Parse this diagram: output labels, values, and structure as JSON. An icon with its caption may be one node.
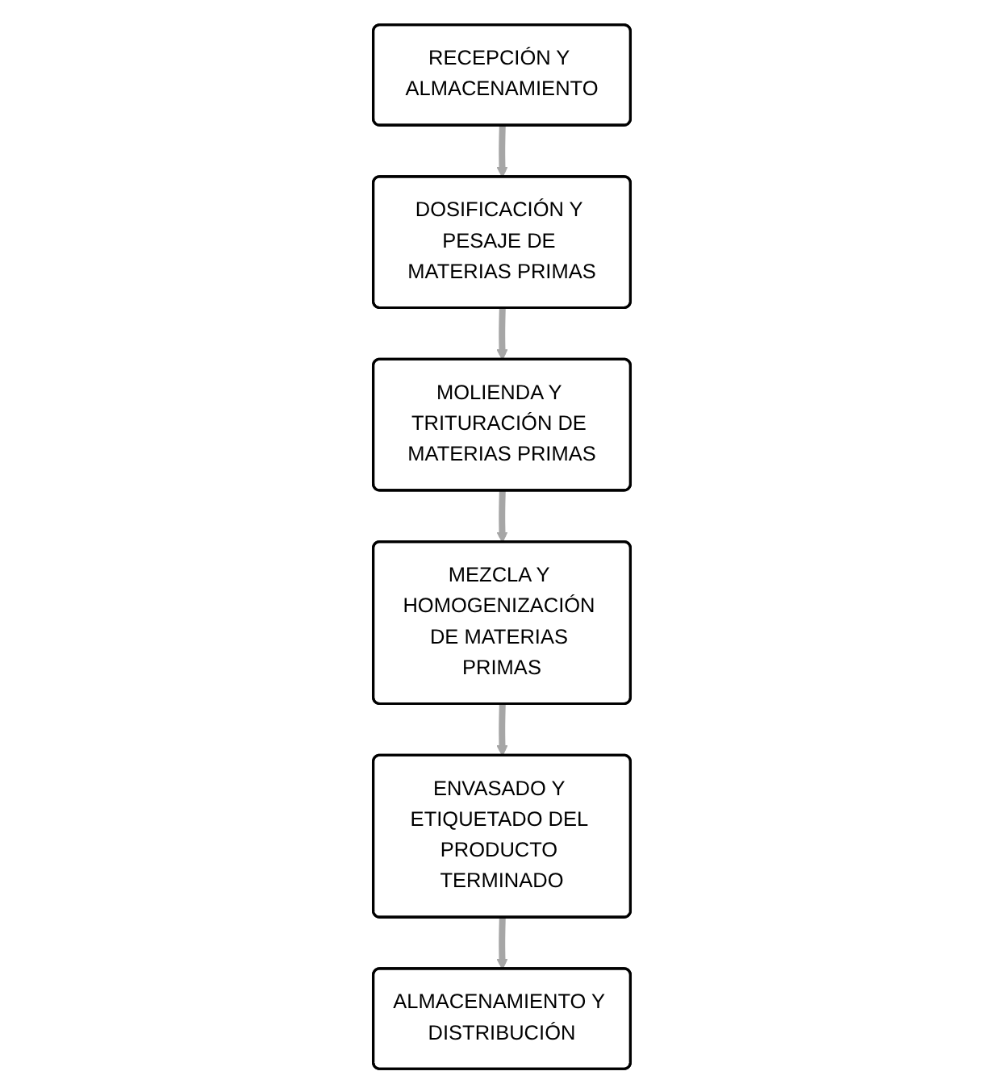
{
  "diagram": {
    "nodes": [
      {
        "text": [
          "RECEPCIÓN Y ALMACENAMIENTO"
        ]
      },
      {
        "text": [
          "DOSIFICACIÓN Y PESAJE DE MATERIAS PRIMAS"
        ]
      },
      {
        "text": [
          "MOLIENDA Y TRITURACIÓN DE MATERIAS PRIMAS"
        ]
      },
      {
        "text": [
          "MEZCLA Y HOMOGENIZACIÓN DE MATERIAS PRIMAS"
        ]
      },
      {
        "text": [
          "ENVASADO Y ETIQUETADO DEL PRODUCTO TERMINADO"
        ]
      },
      {
        "text": [
          "ALMACENAMIENTO Y DISTRIBUCIÓN"
        ]
      }
    ],
    "edges": [
      {
        "from": 0,
        "to": 1,
        "arrow": "to"
      },
      {
        "from": 1,
        "to": 2,
        "arrow": "to"
      },
      {
        "from": 2,
        "to": 3,
        "arrow": "to"
      },
      {
        "from": 3,
        "to": 4,
        "arrow": "to"
      },
      {
        "from": 4,
        "to": 5,
        "arrow": "to"
      }
    ]
  }
}
